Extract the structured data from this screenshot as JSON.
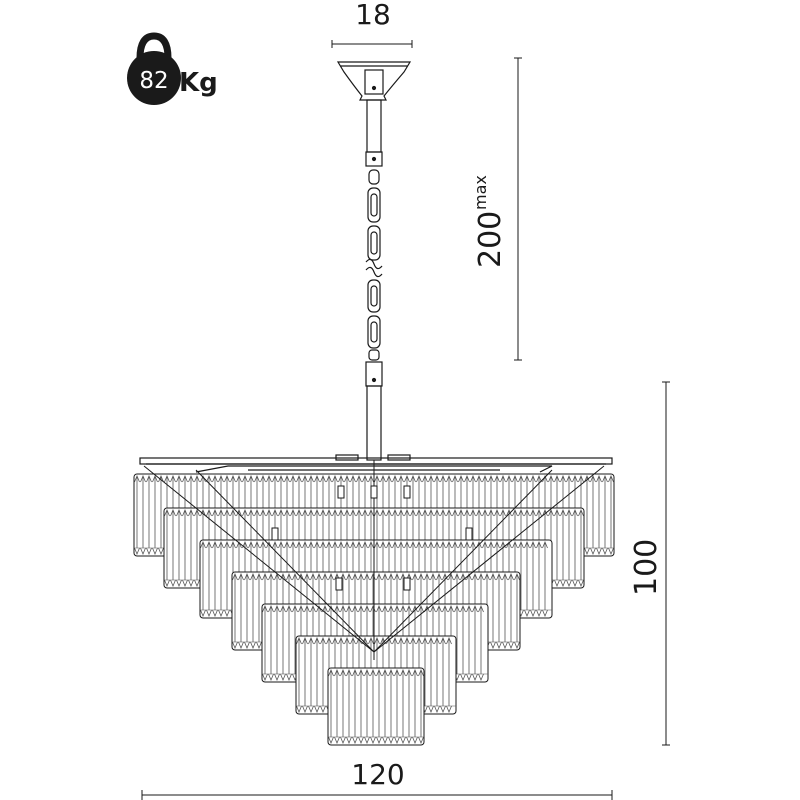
{
  "weight": {
    "value": "82",
    "unit": "Kg",
    "icon": "kettlebell-icon"
  },
  "dimensions": {
    "canopy_width": "18",
    "chain_length": "200",
    "chain_length_suffix": "max",
    "height": "100",
    "width": "120"
  },
  "colors": {
    "line": "#1a1a1a",
    "crystal": "#555555",
    "background": "#ffffff"
  }
}
